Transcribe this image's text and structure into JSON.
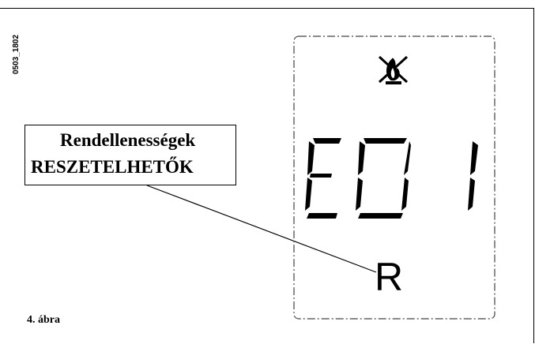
{
  "figure_code": "0503_1802",
  "callout": {
    "line1": "Rendellenességek",
    "line2": "RESZETELHETŐK"
  },
  "display": {
    "icon": "flame-crossed-icon",
    "error_code": "E01",
    "reset_indicator": "R"
  },
  "caption": "4. ábra"
}
